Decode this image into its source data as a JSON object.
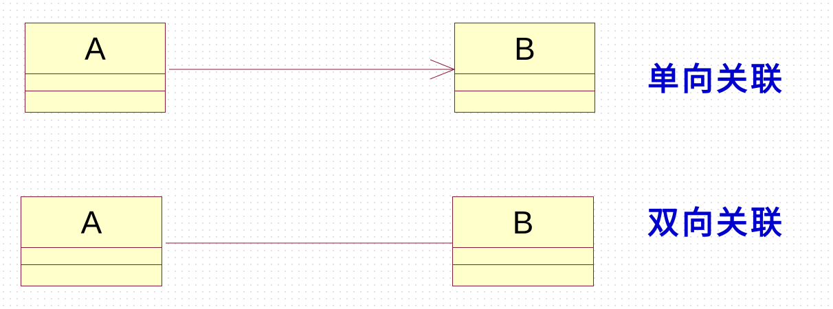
{
  "colors": {
    "class_border": "#8b1a3a",
    "class_fill": "#ffffcc",
    "association_line": "#8b1a3a",
    "caption_text": "#0000cc"
  },
  "diagrams": {
    "unidirectional": {
      "source_class": "A",
      "target_class": "B",
      "caption": "单向关联"
    },
    "bidirectional": {
      "source_class": "A",
      "target_class": "B",
      "caption": "双向关联"
    }
  }
}
